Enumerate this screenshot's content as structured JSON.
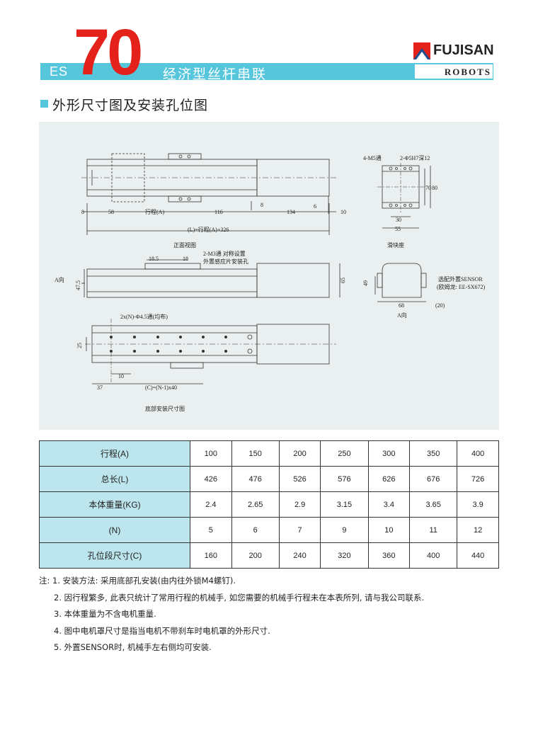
{
  "header": {
    "series_prefix": "ES",
    "model_number": "70",
    "title": "经济型丝杆串联",
    "brand_name": "FUJISAN",
    "brand_sub": "ROBOTS"
  },
  "section": {
    "title": "外形尺寸图及安装孔位图"
  },
  "drawing": {
    "front_view_caption": "正面视图",
    "slider_caption": "滑块座",
    "bottom_caption": "底部安装尺寸图",
    "a_view_label": "A向",
    "a_view_caption": "A向",
    "dims_front": {
      "d8_left": "8",
      "d58": "58",
      "stroke_a": "行程(A)",
      "d116": "116",
      "d134": "134",
      "d8_b": "8",
      "d6": "6",
      "d10": "10",
      "total": "(L)=行程(A)+326"
    },
    "slider_dims": {
      "holes": "4-M5通",
      "pins": "2-Φ5H7深12",
      "d70": "70",
      "d80": "80",
      "d30": "30",
      "d55": "55"
    },
    "side_dims": {
      "d185": "18.5",
      "d18": "18",
      "m3": "2-M3通 对称设置",
      "m3b": "外置感应片安装孔",
      "d47_5": "47.5",
      "d65": "65"
    },
    "end_dims": {
      "d49": "49",
      "d68": "68",
      "d20": "(20)",
      "sensor": "选配外置SENSOR",
      "sensor_b": "(欧姆龙: EE-SX672)"
    },
    "bottom_dims": {
      "holes": "2x(N)-Φ4.5通(均布)",
      "d25": "25",
      "d10": "10",
      "d37": "37",
      "c": "(C)=(N-1)x40"
    }
  },
  "table": {
    "rows": [
      {
        "label": "行程(A)",
        "values": [
          "100",
          "150",
          "200",
          "250",
          "300",
          "350",
          "400"
        ]
      },
      {
        "label": "总长(L)",
        "values": [
          "426",
          "476",
          "526",
          "576",
          "626",
          "676",
          "726"
        ]
      },
      {
        "label": "本体重量(KG)",
        "values": [
          "2.4",
          "2.65",
          "2.9",
          "3.15",
          "3.4",
          "3.65",
          "3.9"
        ]
      },
      {
        "label": "(N)",
        "values": [
          "5",
          "6",
          "7",
          "9",
          "10",
          "11",
          "12"
        ]
      },
      {
        "label": "孔位段尺寸(C)",
        "values": [
          "160",
          "200",
          "240",
          "320",
          "360",
          "400",
          "440"
        ]
      }
    ]
  },
  "notes": [
    "注: 1. 安装方法: 采用底部孔安装(由内往外锁M4螺钉).",
    "2. 因行程繁多, 此表只统计了常用行程的机械手, 如您需要的机械手行程未在本表所列, 请与我公司联系.",
    "3. 本体重量为不含电机重量.",
    "4. 图中电机罩尺寸是指当电机不带刹车时电机罩的外形尺寸.",
    "5. 外置SENSOR时, 机械手左右侧均可安装."
  ],
  "colors": {
    "accent": "#55c6dc",
    "brand_red": "#e4211b",
    "drawing_bg": "#e9f0ef",
    "table_header": "#bde5ed"
  }
}
